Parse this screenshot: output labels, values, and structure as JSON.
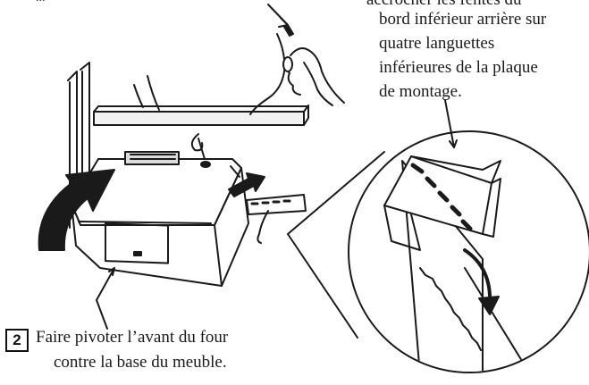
{
  "top_left_fragment": "...",
  "right_note": {
    "line1": "accrocher les fentes du",
    "line2": "bord inférieur arrière sur",
    "line3": "quatre languettes",
    "line4": "inférieures de la plaque",
    "line5": "de montage."
  },
  "step": {
    "number": "2",
    "line1": "Faire pivoter l’avant du four",
    "line2": "contre la base du meuble."
  },
  "colors": {
    "ink": "#1a1a1a",
    "background": "#ffffff"
  },
  "icons": [
    "rotate-arrow-icon",
    "push-arrow-icon",
    "bend-arrow-icon"
  ]
}
